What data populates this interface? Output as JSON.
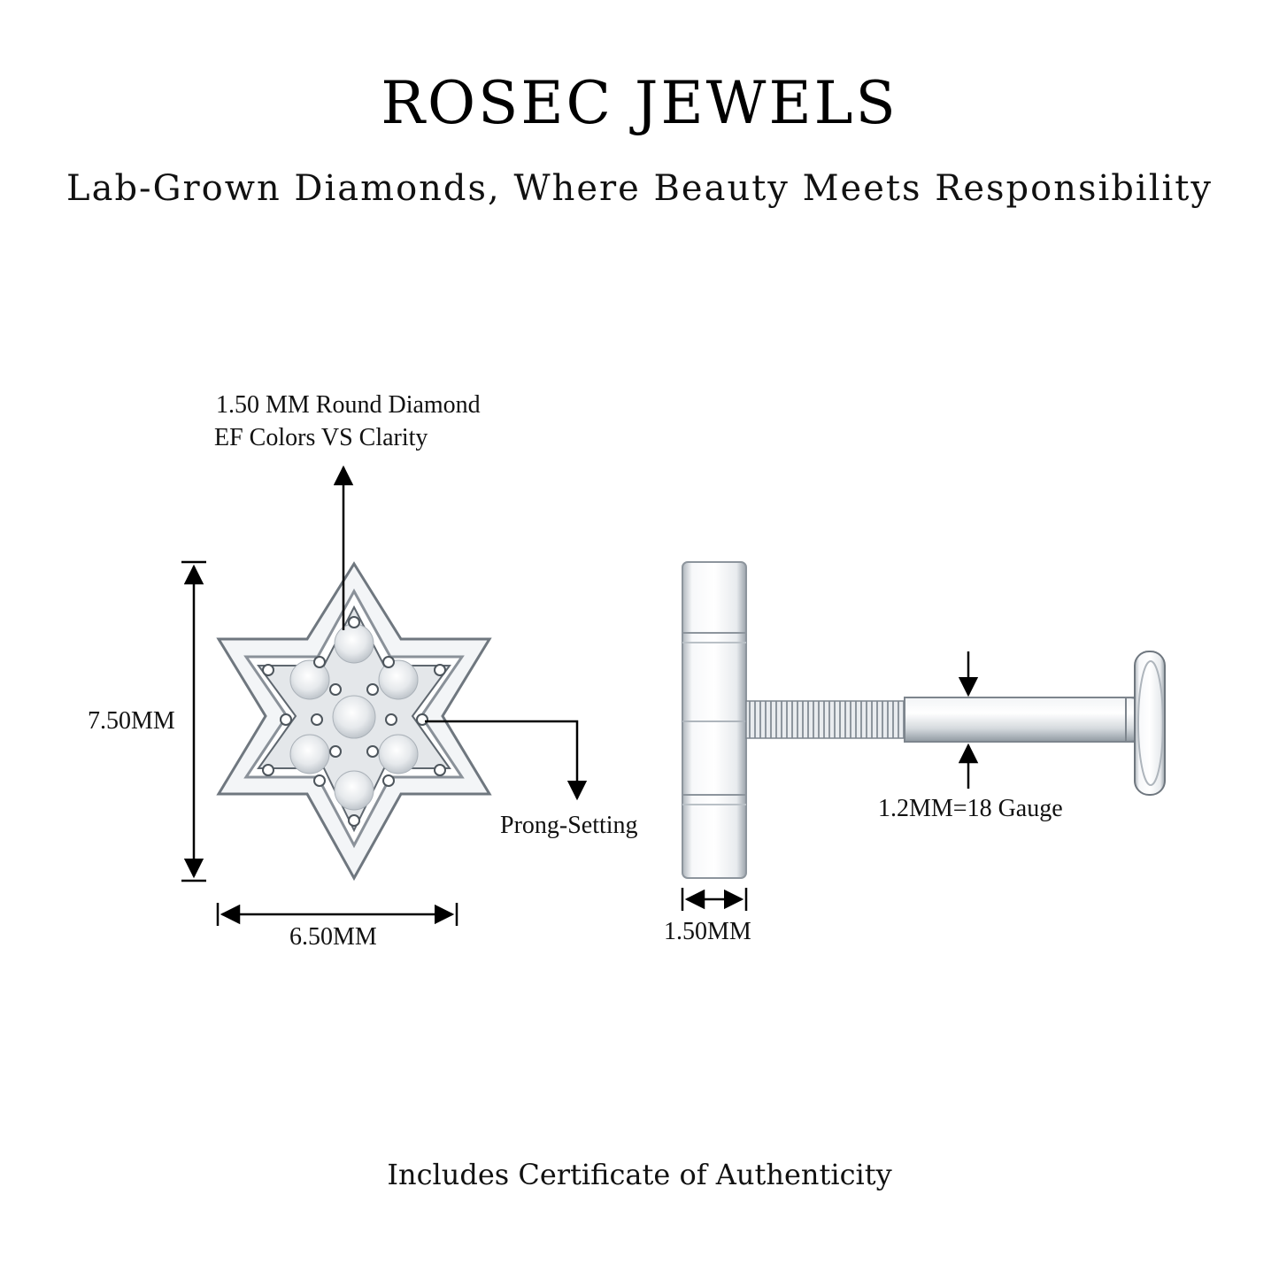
{
  "header": {
    "brand": "ROSEC JEWELS",
    "tagline": "Lab-Grown Diamonds, Where Beauty Meets Responsibility"
  },
  "annotations": {
    "diamond_line1": "1.50 MM Round Diamond",
    "diamond_line2": "EF Colors VS Clarity",
    "height": "7.50MM",
    "width": "6.50MM",
    "prong": "Prong-Setting",
    "thickness": "1.50MM",
    "gauge": "1.2MM=18 Gauge"
  },
  "footer": {
    "text": "Includes Certificate of Authenticity"
  },
  "colors": {
    "metal_light": "#f4f6f8",
    "metal_mid": "#c9ced4",
    "metal_dark": "#7d858d",
    "line": "#000000"
  }
}
